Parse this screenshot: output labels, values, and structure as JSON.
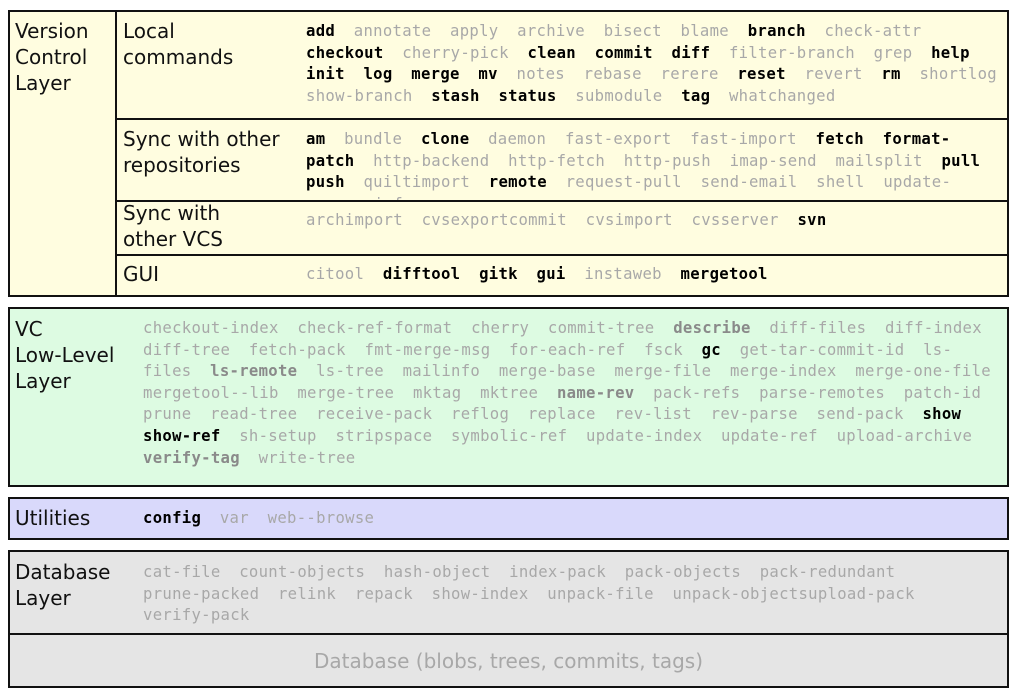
{
  "colors": {
    "vcs_fill": "#fffde0",
    "lowlevel_fill": "#ddfbe2",
    "utilities_fill": "#d9d9fb",
    "database_fill": "#e5e5e5",
    "porcelain_cmd": "#000000",
    "plumbing_cmd": "#a8a8a8"
  },
  "vcs_layer": {
    "label": "Version\nControl\nLayer",
    "rows": [
      {
        "label": "Local\ncommands",
        "commands": [
          {
            "t": "add",
            "s": "b"
          },
          {
            "t": "annotate",
            "s": "g"
          },
          {
            "t": "apply",
            "s": "g"
          },
          {
            "t": "archive",
            "s": "g"
          },
          {
            "t": "bisect",
            "s": "g"
          },
          {
            "t": "blame",
            "s": "g"
          },
          {
            "t": "branch",
            "s": "b"
          },
          {
            "t": "check-attr",
            "s": "g"
          },
          {
            "t": "checkout",
            "s": "b"
          },
          {
            "t": "cherry-pick",
            "s": "g"
          },
          {
            "t": "clean",
            "s": "b"
          },
          {
            "t": "commit",
            "s": "b"
          },
          {
            "t": "diff",
            "s": "b"
          },
          {
            "t": "filter-branch",
            "s": "g"
          },
          {
            "t": "grep",
            "s": "g"
          },
          {
            "t": "help",
            "s": "b"
          },
          {
            "t": "init",
            "s": "b"
          },
          {
            "t": "log",
            "s": "b"
          },
          {
            "t": "merge",
            "s": "b"
          },
          {
            "t": "mv",
            "s": "b"
          },
          {
            "t": "notes",
            "s": "g"
          },
          {
            "t": "rebase",
            "s": "g"
          },
          {
            "t": "rerere",
            "s": "g"
          },
          {
            "t": "reset",
            "s": "b"
          },
          {
            "t": "revert",
            "s": "g"
          },
          {
            "t": "rm",
            "s": "b"
          },
          {
            "t": "shortlog",
            "s": "g"
          },
          {
            "t": "show-branch",
            "s": "g"
          },
          {
            "t": "stash",
            "s": "b"
          },
          {
            "t": "status",
            "s": "b"
          },
          {
            "t": "submodule",
            "s": "g"
          },
          {
            "t": "tag",
            "s": "b"
          },
          {
            "t": "whatchanged",
            "s": "g"
          }
        ]
      },
      {
        "label": "Sync with other\nrepositories",
        "commands": [
          {
            "t": "am",
            "s": "b"
          },
          {
            "t": "bundle",
            "s": "g"
          },
          {
            "t": "clone",
            "s": "b"
          },
          {
            "t": "daemon",
            "s": "g"
          },
          {
            "t": "fast-export",
            "s": "g"
          },
          {
            "t": "fast-import",
            "s": "g"
          },
          {
            "t": "fetch",
            "s": "b"
          },
          {
            "t": "format-patch",
            "s": "b"
          },
          {
            "t": "http-backend",
            "s": "g"
          },
          {
            "t": "http-fetch",
            "s": "g"
          },
          {
            "t": "http-push",
            "s": "g"
          },
          {
            "t": "imap-send",
            "s": "g"
          },
          {
            "t": "mailsplit",
            "s": "g"
          },
          {
            "t": "pull",
            "s": "b"
          },
          {
            "t": "push",
            "s": "b"
          },
          {
            "t": "quiltimport",
            "s": "g"
          },
          {
            "t": "remote",
            "s": "b"
          },
          {
            "t": "request-pull",
            "s": "g"
          },
          {
            "t": "send-email",
            "s": "g"
          },
          {
            "t": "shell",
            "s": "g"
          },
          {
            "t": "update-server-info",
            "s": "g"
          }
        ]
      },
      {
        "label": "Sync with\nother VCS",
        "commands": [
          {
            "t": "archimport",
            "s": "g"
          },
          {
            "t": "cvsexportcommit",
            "s": "g"
          },
          {
            "t": "cvsimport",
            "s": "g"
          },
          {
            "t": "cvsserver",
            "s": "g"
          },
          {
            "t": "svn",
            "s": "b"
          }
        ]
      },
      {
        "label": "GUI",
        "commands": [
          {
            "t": "citool",
            "s": "g"
          },
          {
            "t": "difftool",
            "s": "b"
          },
          {
            "t": "gitk",
            "s": "b"
          },
          {
            "t": "gui",
            "s": "b"
          },
          {
            "t": "instaweb",
            "s": "g"
          },
          {
            "t": "mergetool",
            "s": "b"
          }
        ]
      }
    ]
  },
  "lowlevel_layer": {
    "label": "VC\nLow-Level\nLayer",
    "commands": [
      {
        "t": "checkout-index",
        "s": "g"
      },
      {
        "t": "check-ref-format",
        "s": "g"
      },
      {
        "t": "cherry",
        "s": "g"
      },
      {
        "t": "commit-tree",
        "s": "g"
      },
      {
        "t": "describe",
        "s": "bg"
      },
      {
        "t": "diff-files",
        "s": "g"
      },
      {
        "t": "diff-index",
        "s": "g"
      },
      {
        "t": "diff-tree",
        "s": "g"
      },
      {
        "t": "fetch-pack",
        "s": "g"
      },
      {
        "t": "fmt-merge-msg",
        "s": "g"
      },
      {
        "t": "for-each-ref",
        "s": "g"
      },
      {
        "t": "fsck",
        "s": "g"
      },
      {
        "t": "gc",
        "s": "b"
      },
      {
        "t": "get-tar-commit-id",
        "s": "g"
      },
      {
        "t": "ls-files",
        "s": "g"
      },
      {
        "t": "ls-remote",
        "s": "bg"
      },
      {
        "t": "ls-tree",
        "s": "g"
      },
      {
        "t": "mailinfo",
        "s": "g"
      },
      {
        "t": "merge-base",
        "s": "g"
      },
      {
        "t": "merge-file",
        "s": "g"
      },
      {
        "t": "merge-index",
        "s": "g"
      },
      {
        "t": "merge-one-file",
        "s": "g"
      },
      {
        "t": "mergetool--lib",
        "s": "g"
      },
      {
        "t": "merge-tree",
        "s": "g"
      },
      {
        "t": "mktag",
        "s": "g"
      },
      {
        "t": "mktree",
        "s": "g"
      },
      {
        "t": "name-rev",
        "s": "bg"
      },
      {
        "t": "pack-refs",
        "s": "g"
      },
      {
        "t": "parse-remotes",
        "s": "g"
      },
      {
        "t": "patch-id",
        "s": "g"
      },
      {
        "t": "prune",
        "s": "g"
      },
      {
        "t": "read-tree",
        "s": "g"
      },
      {
        "t": "receive-pack",
        "s": "g"
      },
      {
        "t": "reflog",
        "s": "g"
      },
      {
        "t": "replace",
        "s": "g"
      },
      {
        "t": "rev-list",
        "s": "g"
      },
      {
        "t": "rev-parse",
        "s": "g"
      },
      {
        "t": "send-pack",
        "s": "g"
      },
      {
        "t": "show",
        "s": "b"
      },
      {
        "t": "show-ref",
        "s": "b"
      },
      {
        "t": "sh-setup",
        "s": "g"
      },
      {
        "t": "stripspace",
        "s": "g"
      },
      {
        "t": "symbolic-ref",
        "s": "g"
      },
      {
        "t": "update-index",
        "s": "g"
      },
      {
        "t": "update-ref",
        "s": "g"
      },
      {
        "t": "upload-archive",
        "s": "g"
      },
      {
        "t": "verify-tag",
        "s": "bg"
      },
      {
        "t": "write-tree",
        "s": "g"
      }
    ]
  },
  "utilities_layer": {
    "label": "Utilities",
    "commands": [
      {
        "t": "config",
        "s": "b"
      },
      {
        "t": "var",
        "s": "g"
      },
      {
        "t": "web--browse",
        "s": "g"
      }
    ]
  },
  "database_layer": {
    "label": "Database\nLayer",
    "commands": [
      {
        "t": "cat-file",
        "s": "g"
      },
      {
        "t": "count-objects",
        "s": "g"
      },
      {
        "t": "hash-object",
        "s": "g"
      },
      {
        "t": "index-pack",
        "s": "g"
      },
      {
        "t": "pack-objects",
        "s": "g"
      },
      {
        "t": "pack-redundant",
        "s": "g"
      },
      {
        "t": "prune-packed",
        "s": "g"
      },
      {
        "t": "relink",
        "s": "g"
      },
      {
        "t": "repack",
        "s": "g"
      },
      {
        "t": "show-index",
        "s": "g"
      },
      {
        "t": "unpack-file",
        "s": "g"
      },
      {
        "t": "unpack-objectsupload-pack",
        "s": "g"
      },
      {
        "t": "verify-pack",
        "s": "g"
      }
    ]
  },
  "database_store": {
    "label": "Database (blobs, trees, commits, tags)"
  }
}
